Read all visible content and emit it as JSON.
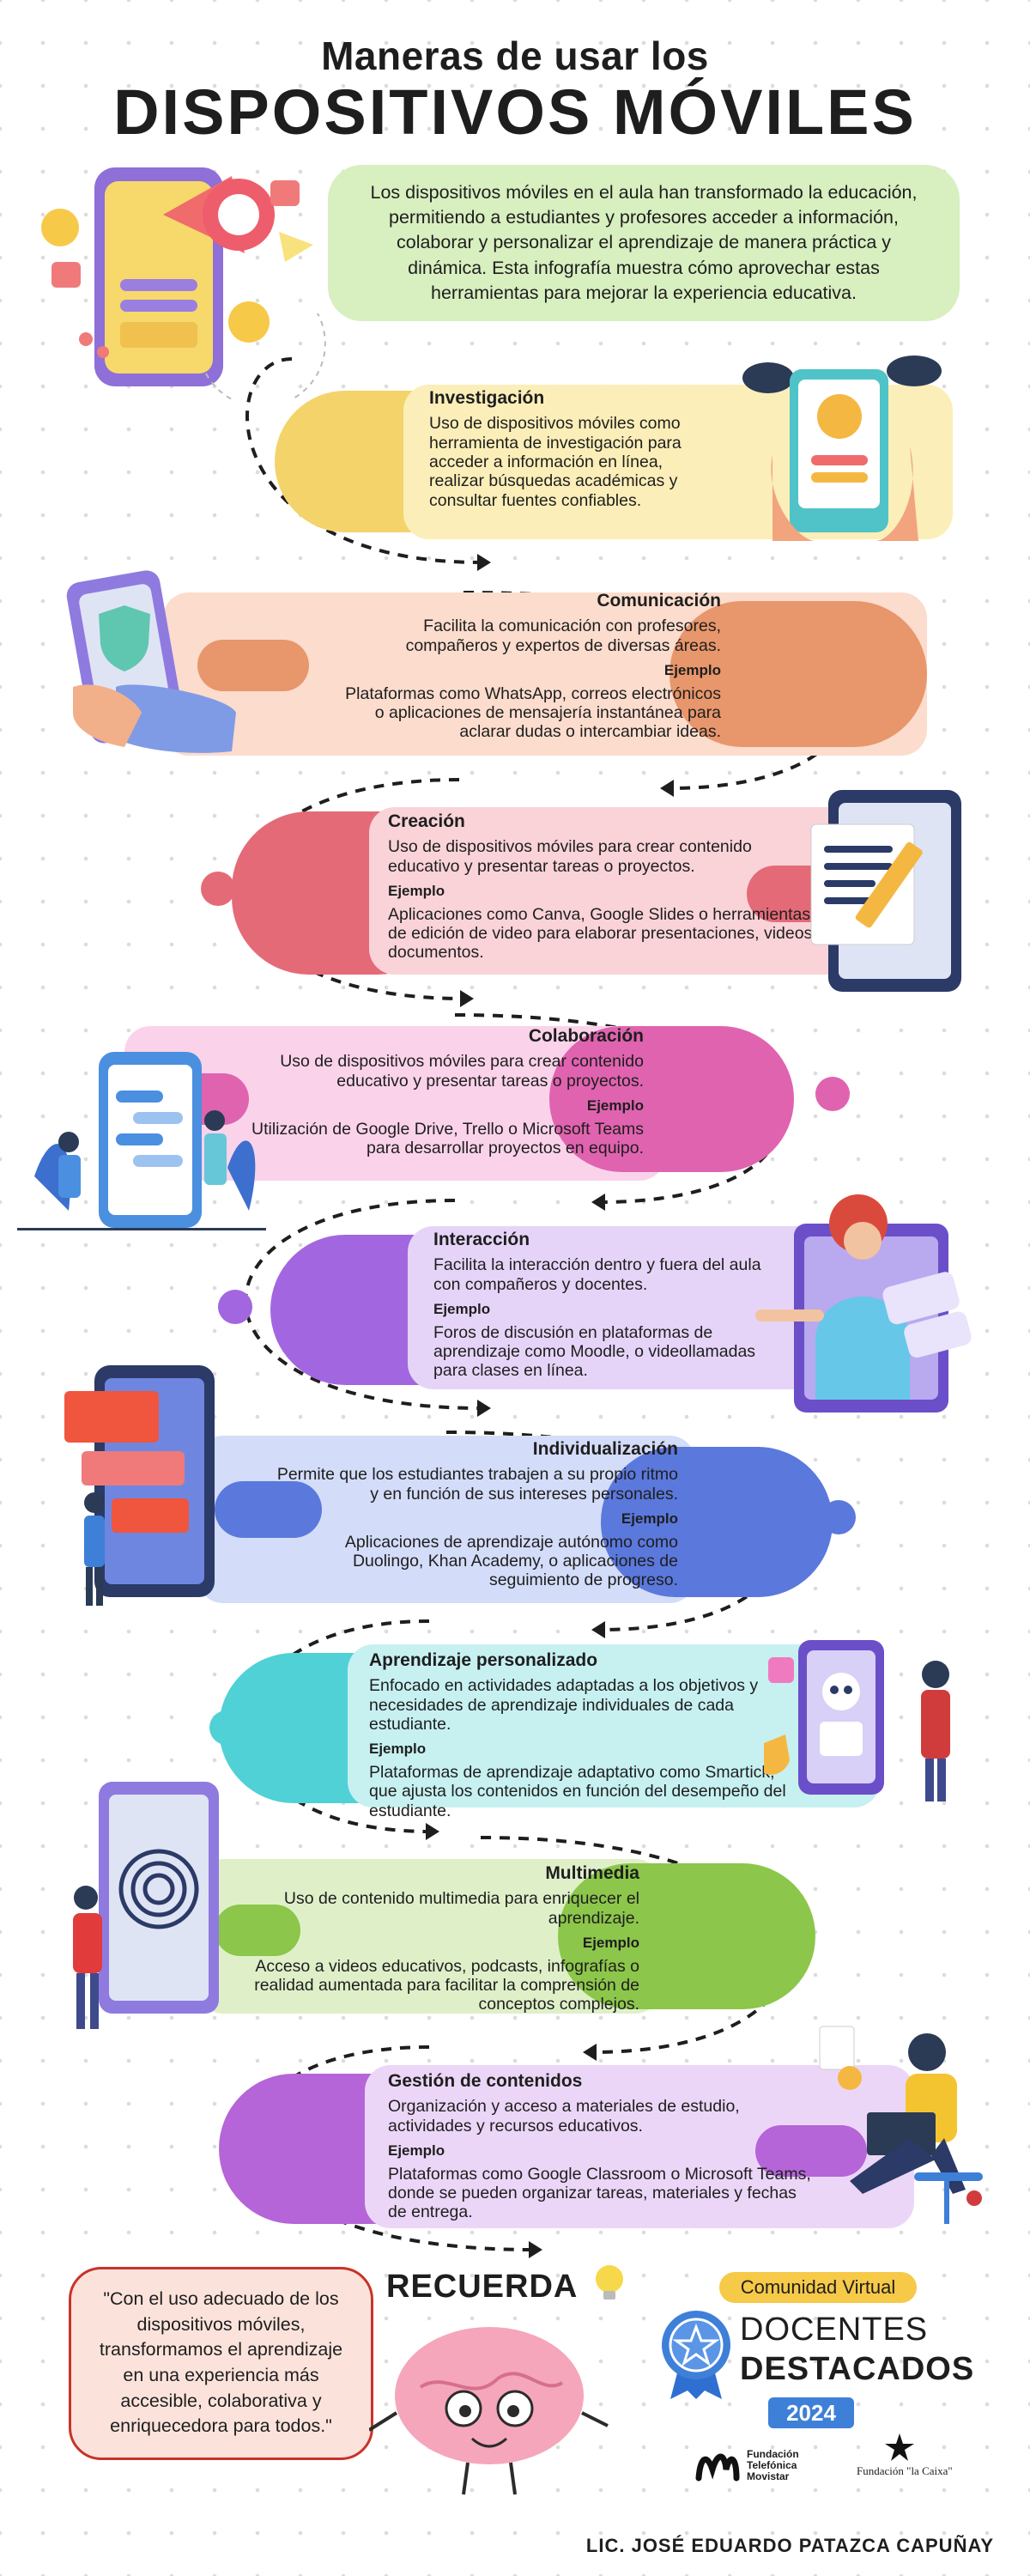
{
  "header": {
    "title_line1": "Maneras de usar los",
    "title_line2": "DISPOSITIVOS MÓVILES"
  },
  "intro": "Los dispositivos móviles en el aula han transformado la educación, permitiendo a estudiantes y profesores acceder a información, colaborar y personalizar el aprendizaje de manera práctica y dinámica. Esta infografía muestra cómo aprovechar estas herramientas para mejorar la experiencia educativa.",
  "sections": [
    {
      "title": "Investigación",
      "body": "Uso de dispositivos móviles como herramienta de investigación para acceder a información en línea, realizar búsquedas académicas y consultar fuentes confiables.",
      "example_label": "",
      "example": "",
      "color": "#f4d36a",
      "tint": "#fbeeb8"
    },
    {
      "title": "Comunicación",
      "body": "Facilita la comunicación con profesores, compañeros y expertos de diversas áreas.",
      "example_label": "Ejemplo",
      "example": "Plataformas como WhatsApp, correos electrónicos o aplicaciones de mensajería instantánea para aclarar dudas o intercambiar ideas.",
      "color": "#e8966b",
      "tint": "#fbdccd"
    },
    {
      "title": "Creación",
      "body": "Uso de dispositivos móviles para crear contenido educativo y presentar tareas o proyectos.",
      "example_label": "Ejemplo",
      "example": "Aplicaciones como Canva, Google Slides o herramientas de edición de video para elaborar presentaciones, videos y documentos.",
      "color": "#e46a78",
      "tint": "#f9d3d8"
    },
    {
      "title": "Colaboración",
      "body": "Uso de dispositivos móviles para crear contenido educativo y presentar tareas o proyectos.",
      "example_label": "Ejemplo",
      "example": "Utilización de Google Drive, Trello o Microsoft Teams para desarrollar proyectos en equipo.",
      "color": "#e063b0",
      "tint": "#fad3ea"
    },
    {
      "title": "Interacción",
      "body": "Facilita la interacción dentro y fuera del aula con compañeros y docentes.",
      "example_label": "Ejemplo",
      "example": "Foros de discusión en plataformas de aprendizaje como Moodle, o videollamadas para clases en línea.",
      "color": "#a267e0",
      "tint": "#e6d4f8"
    },
    {
      "title": "Individualización",
      "body": "Permite que los estudiantes trabajen a su propio ritmo y en función de sus intereses personales.",
      "example_label": "Ejemplo",
      "example": "Aplicaciones de aprendizaje autónomo como Duolingo, Khan Academy, o aplicaciones de seguimiento de progreso.",
      "color": "#5b78dc",
      "tint": "#d3dcf8"
    },
    {
      "title": "Aprendizaje personalizado",
      "body": "Enfocado en actividades adaptadas a los objetivos y necesidades de aprendizaje individuales de cada estudiante.",
      "example_label": "Ejemplo",
      "example": "Plataformas de aprendizaje adaptativo como Smartick, que ajusta los contenidos en función del desempeño del estudiante.",
      "color": "#4fd1d6",
      "tint": "#c7f0f1"
    },
    {
      "title": "Multimedia",
      "body": "Uso de contenido multimedia para enriquecer el aprendizaje.",
      "example_label": "Ejemplo",
      "example": "Acceso a videos educativos, podcasts, infografías o realidad aumentada para facilitar la comprensión de conceptos complejos.",
      "color": "#8cc64a",
      "tint": "#dff0c9"
    },
    {
      "title": "Gestión de contenidos",
      "body": "Organización y acceso a materiales de estudio, actividades y recursos educativos.",
      "example_label": "Ejemplo",
      "example": "Plataformas como Google Classroom o Microsoft Teams, donde se pueden organizar tareas, materiales y fechas de entrega.",
      "color": "#b565d8",
      "tint": "#ecd6f7"
    }
  ],
  "footer": {
    "quote": "\"Con el uso adecuado de los dispositivos móviles, transformamos el aprendizaje en una experiencia más accesible, colaborativa y enriquecedora para todos.\"",
    "recuerda": "RECUERDA",
    "badge_top": "Comunidad Virtual",
    "badge_line1": "DOCENTES",
    "badge_line2": "DESTACADOS",
    "badge_year": "2024",
    "sponsor_1": "Fundación Telefónica Movistar",
    "sponsor_2": "Fundación \"la Caixa\"",
    "author": "LIC. JOSÉ EDUARDO PATAZCA CAPUÑAY"
  },
  "colors": {
    "intro_bg": "#d8efc0",
    "quote_border": "#c8332a",
    "badge_yellow": "#f7c948",
    "badge_blue": "#3e7fd8"
  },
  "icons": [
    "phone-megaphone-illustration",
    "globe-phone-illustration",
    "shield-phone-illustration",
    "document-pencil-illustration",
    "chat-phone-illustration",
    "video-call-illustration",
    "touchscreen-illustration",
    "robot-phone-illustration",
    "fingerprint-tablet-illustration",
    "laptop-student-illustration",
    "brain-mascot-icon",
    "lightbulb-icon",
    "star-medal-icon"
  ]
}
